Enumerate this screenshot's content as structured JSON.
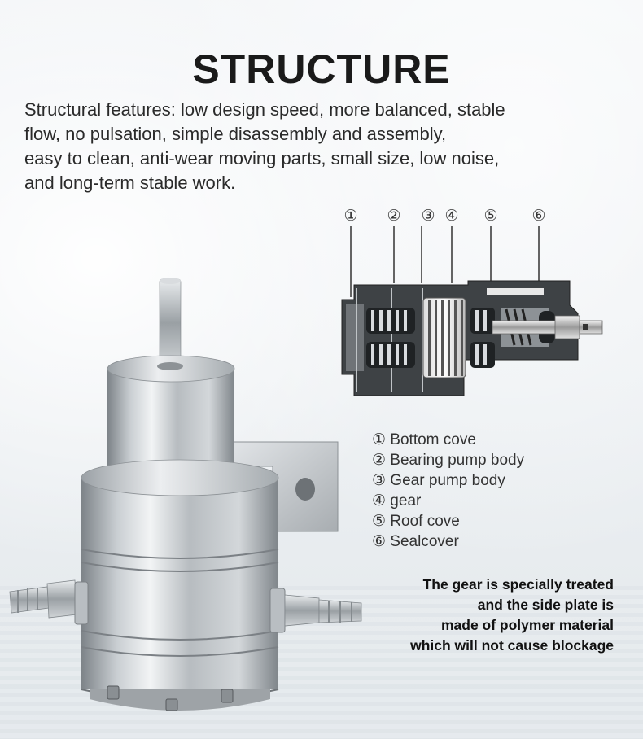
{
  "header": {
    "title": "STRUCTURE"
  },
  "intro": {
    "lines": [
      "Structural features: low design speed, more balanced, stable",
      "flow, no pulsation, simple disassembly and assembly,",
      "easy to clean, anti-wear moving parts, small size, low noise,",
      "and long-term stable work."
    ]
  },
  "diagram": {
    "markers": [
      "①",
      "②",
      "③",
      "④",
      "⑤",
      "⑥"
    ]
  },
  "legend": {
    "items": [
      "① Bottom cove",
      "② Bearing pump body",
      "③ Gear pump body",
      "④ gear",
      "⑤ Roof cove",
      "⑥ Sealcover"
    ]
  },
  "note": {
    "lines": [
      "The gear is specially treated",
      "and the side plate is",
      "made of polymer material",
      "which will not cause blockage"
    ]
  },
  "colors": {
    "metal_dark": "#8c9196",
    "metal_light": "#e6e9ec",
    "section_dark": "#3a3d40",
    "text": "#1f2022"
  }
}
